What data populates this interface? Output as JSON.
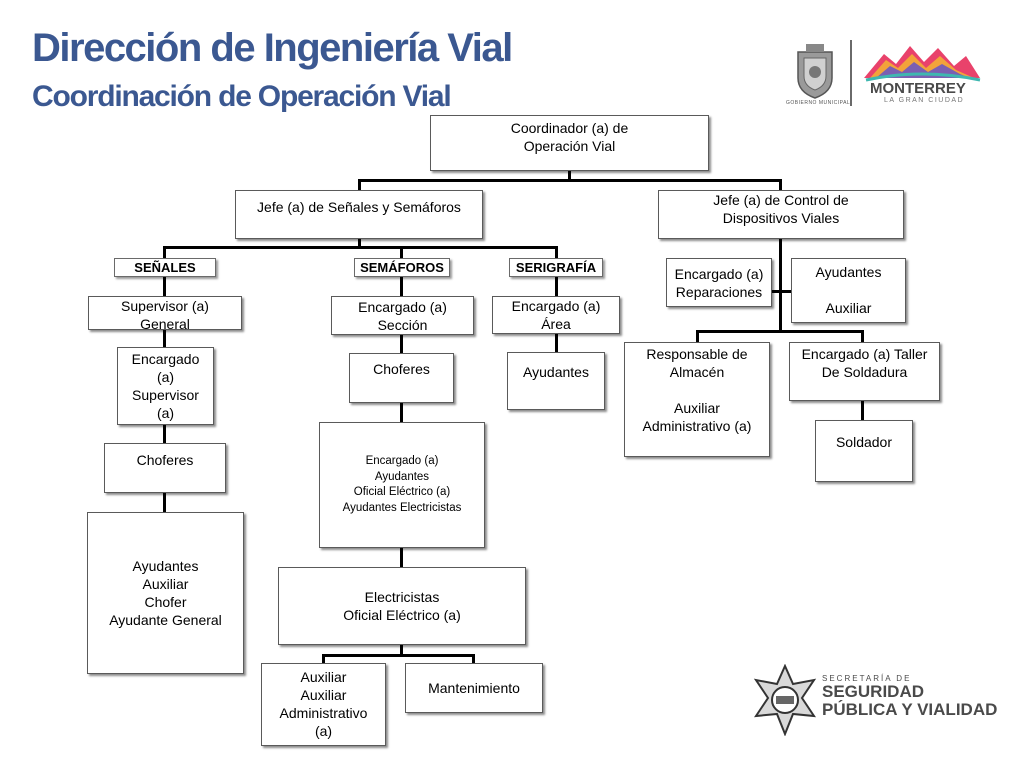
{
  "header": {
    "title": "Dirección de Ingeniería Vial",
    "subtitle": "Coordinación de Operación Vial"
  },
  "logos": {
    "gobierno": "GOBIERNO MUNICIPAL",
    "monterrey": "MONTERREY",
    "monterrey_sub": "LA GRAN CIUDAD",
    "ssp_small": "SECRETARÍA DE",
    "ssp_line1": "SEGURIDAD",
    "ssp_line2": "PÚBLICA Y VIALIDAD"
  },
  "colors": {
    "title": "#3b5891"
  },
  "org": {
    "coordinator": [
      "Coordinador (a) de",
      "Operación Vial"
    ],
    "jefe_senales": "Jefe (a) de Señales y Semáforos",
    "jefe_control": [
      "Jefe (a) de Control de",
      "Dispositivos Viales"
    ],
    "categories": {
      "senales": "SEÑALES",
      "semaforos": "SEMÁFOROS",
      "serigrafia": "SERIGRAFÍA"
    },
    "senales": {
      "supervisor": [
        "Supervisor (a)",
        "General"
      ],
      "encargado": [
        "Encargado",
        "(a)",
        "Supervisor",
        "(a)"
      ],
      "choferes": "Choferes",
      "ayudantes": [
        "Ayudantes",
        "Auxiliar",
        "Chofer",
        "Ayudante General"
      ]
    },
    "semaforos": {
      "encargado": [
        "Encargado (a)",
        "Sección"
      ],
      "choferes": "Choferes",
      "team": [
        "Encargado (a)",
        "Ayudantes",
        "Oficial Eléctrico (a)",
        "Ayudantes Electricistas"
      ],
      "electricistas": [
        "Electricistas",
        "Oficial Eléctrico (a)"
      ],
      "auxiliar": [
        "Auxiliar",
        "Auxiliar",
        "Administrativo",
        "(a)"
      ],
      "mantenimiento": "Mantenimiento"
    },
    "serigrafia": {
      "encargado": [
        "Encargado (a)",
        "Área"
      ],
      "ayudantes": "Ayudantes"
    },
    "control": {
      "reparaciones": [
        "Encargado (a)",
        "Reparaciones"
      ],
      "ayudantes_a": "Ayudantes",
      "ayudantes_b": "Auxiliar",
      "almacen_a": [
        "Responsable de",
        "Almacén"
      ],
      "almacen_b": [
        "Auxiliar",
        "Administrativo (a)"
      ],
      "taller": [
        "Encargado (a) Taller",
        "De Soldadura"
      ],
      "soldador": "Soldador"
    }
  }
}
